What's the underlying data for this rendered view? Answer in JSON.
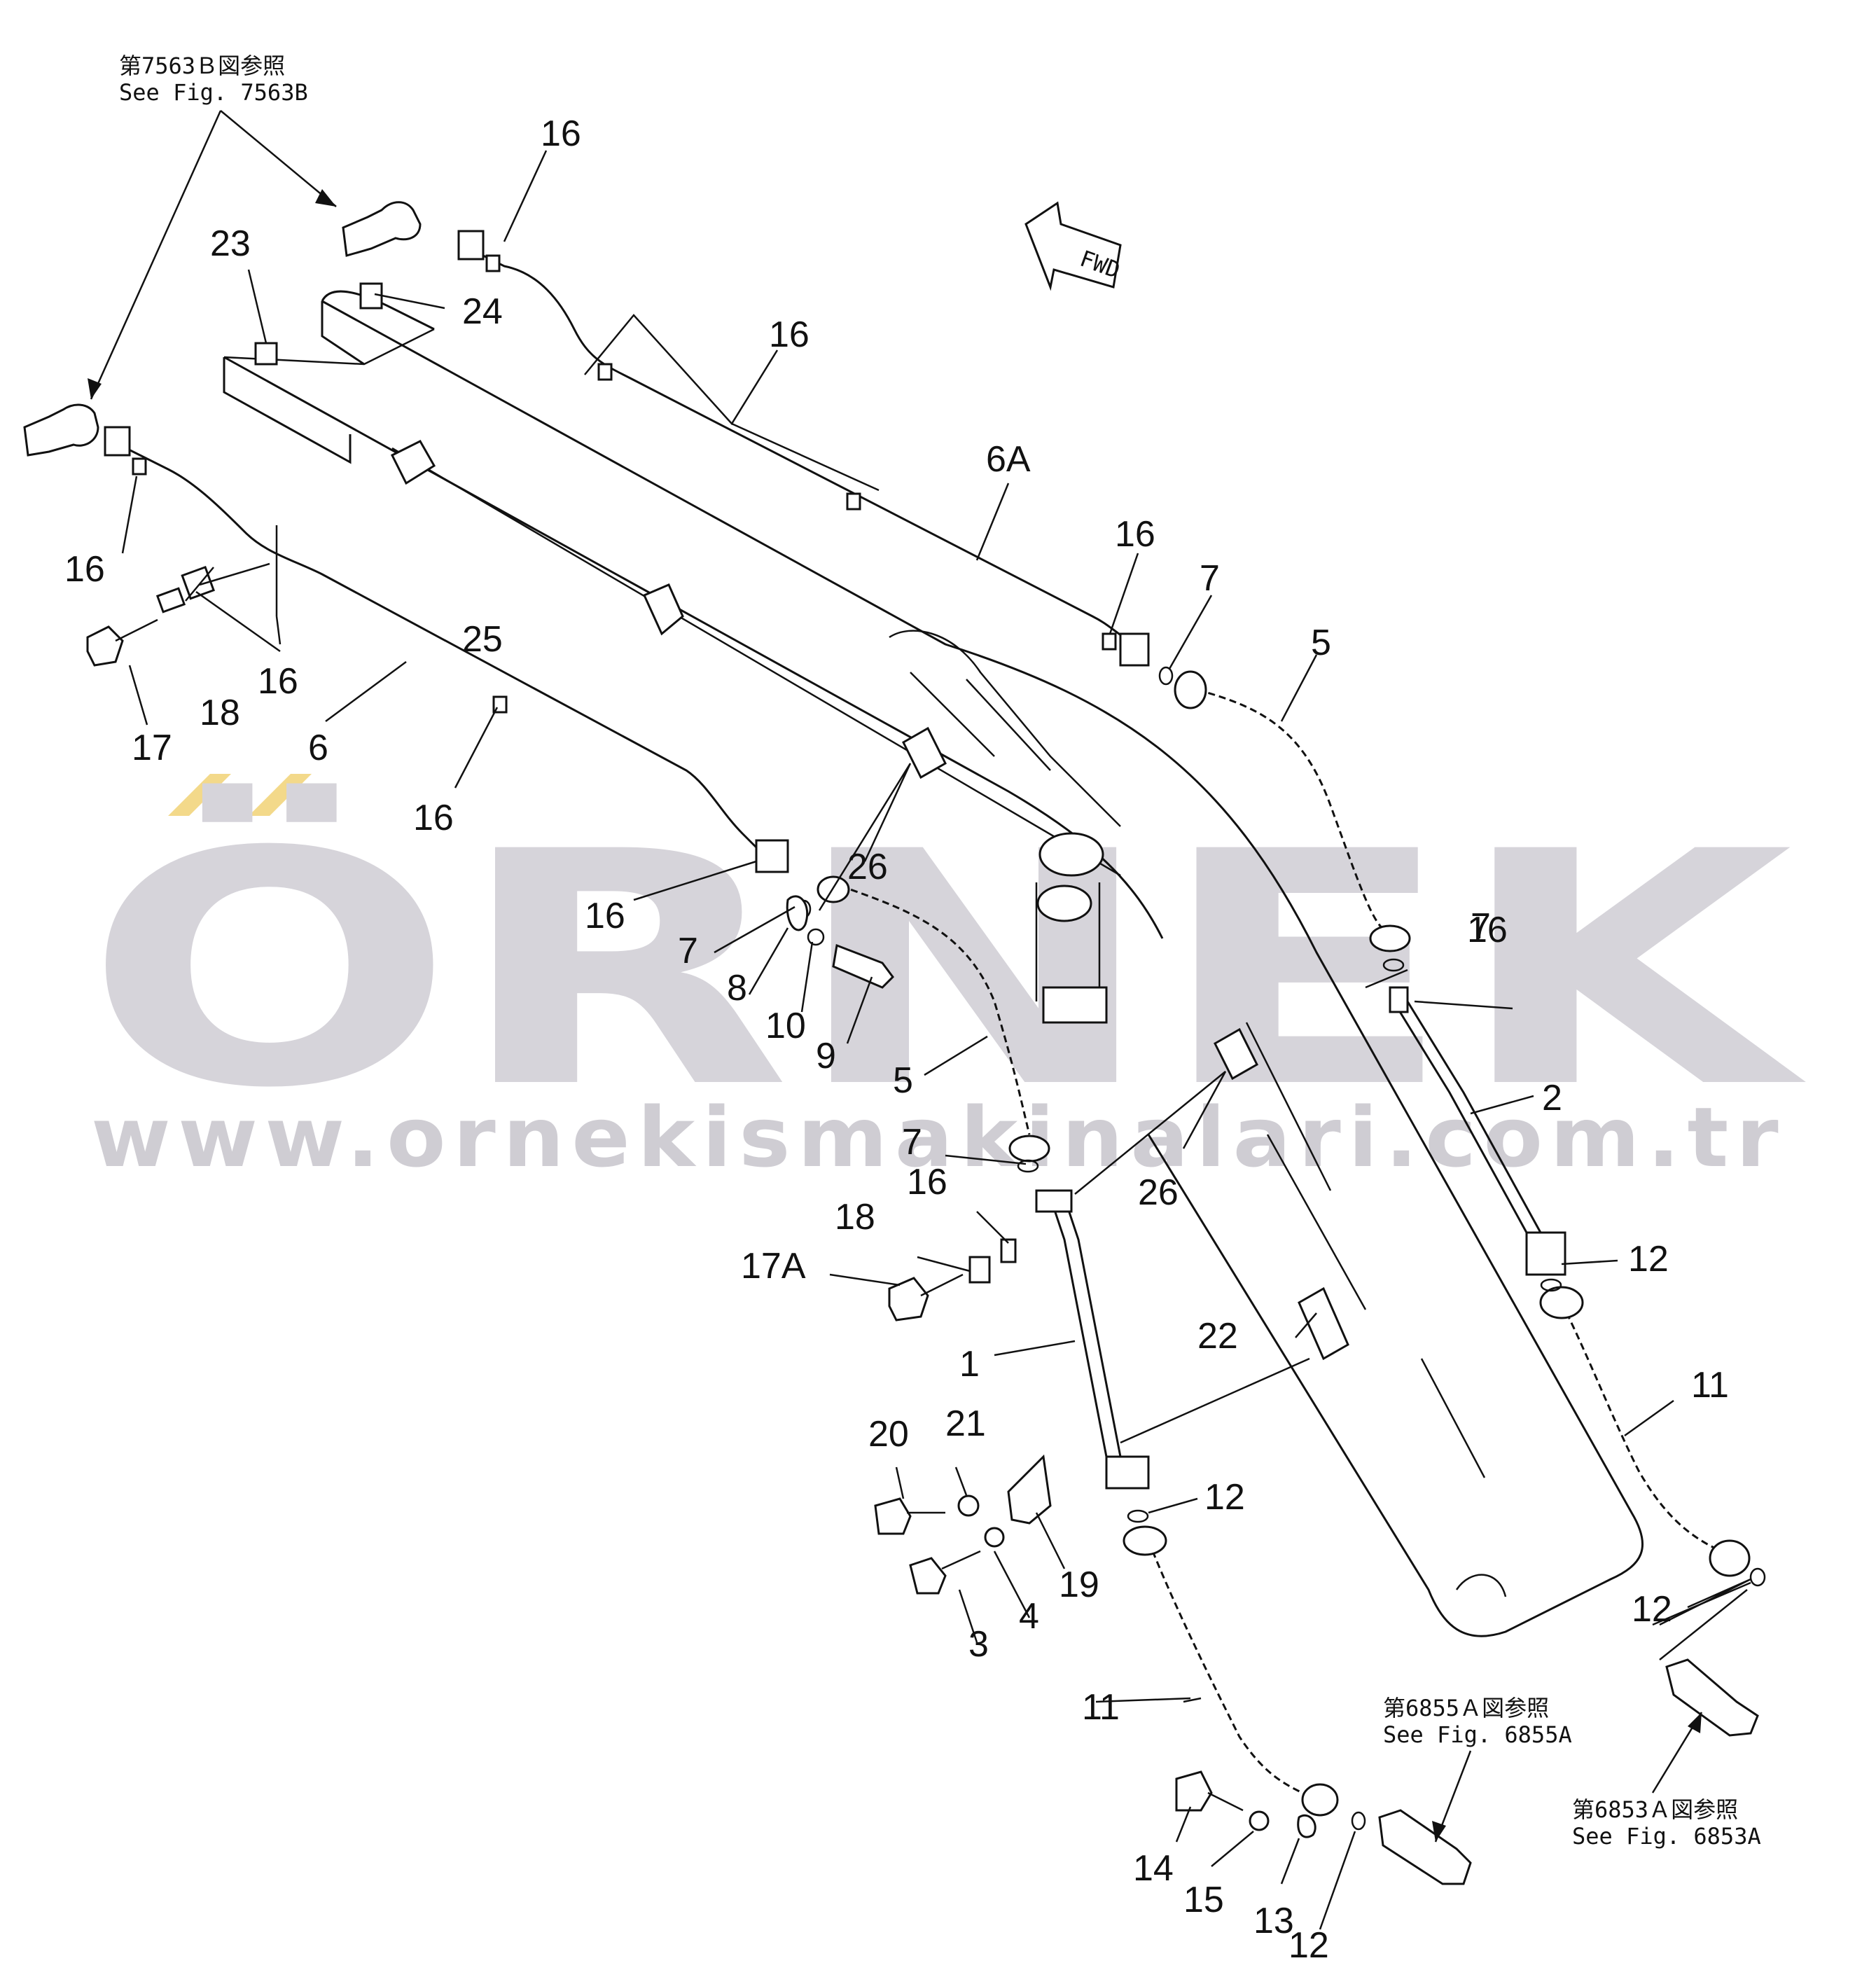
{
  "watermark": {
    "brand": "ÖRNEK",
    "url": "www.ornekismakinalari.com.tr",
    "accent_color": "#f3d98a",
    "gray_color": "#d6d4da"
  },
  "references": [
    {
      "jp": "第7563Ｂ図参照",
      "en": "See  Fig. 7563B"
    },
    {
      "jp": "第6855Ａ図参照",
      "en": "See  Fig. 6855A"
    },
    {
      "jp": "第6853Ａ図参照",
      "en": "See  Fig. 6853A"
    }
  ],
  "fwd_label": "FWD",
  "callouts": [
    "16",
    "23",
    "24",
    "16",
    "6A",
    "16",
    "7",
    "5",
    "16",
    "18",
    "16",
    "17",
    "25",
    "6",
    "16",
    "16",
    "26",
    "7",
    "8",
    "10",
    "9",
    "5",
    "7",
    "16",
    "16",
    "2",
    "7",
    "18",
    "17A",
    "26",
    "22",
    "12",
    "1",
    "11",
    "20",
    "21",
    "12",
    "19",
    "4",
    "3",
    "12",
    "11",
    "14",
    "15",
    "13",
    "12"
  ]
}
